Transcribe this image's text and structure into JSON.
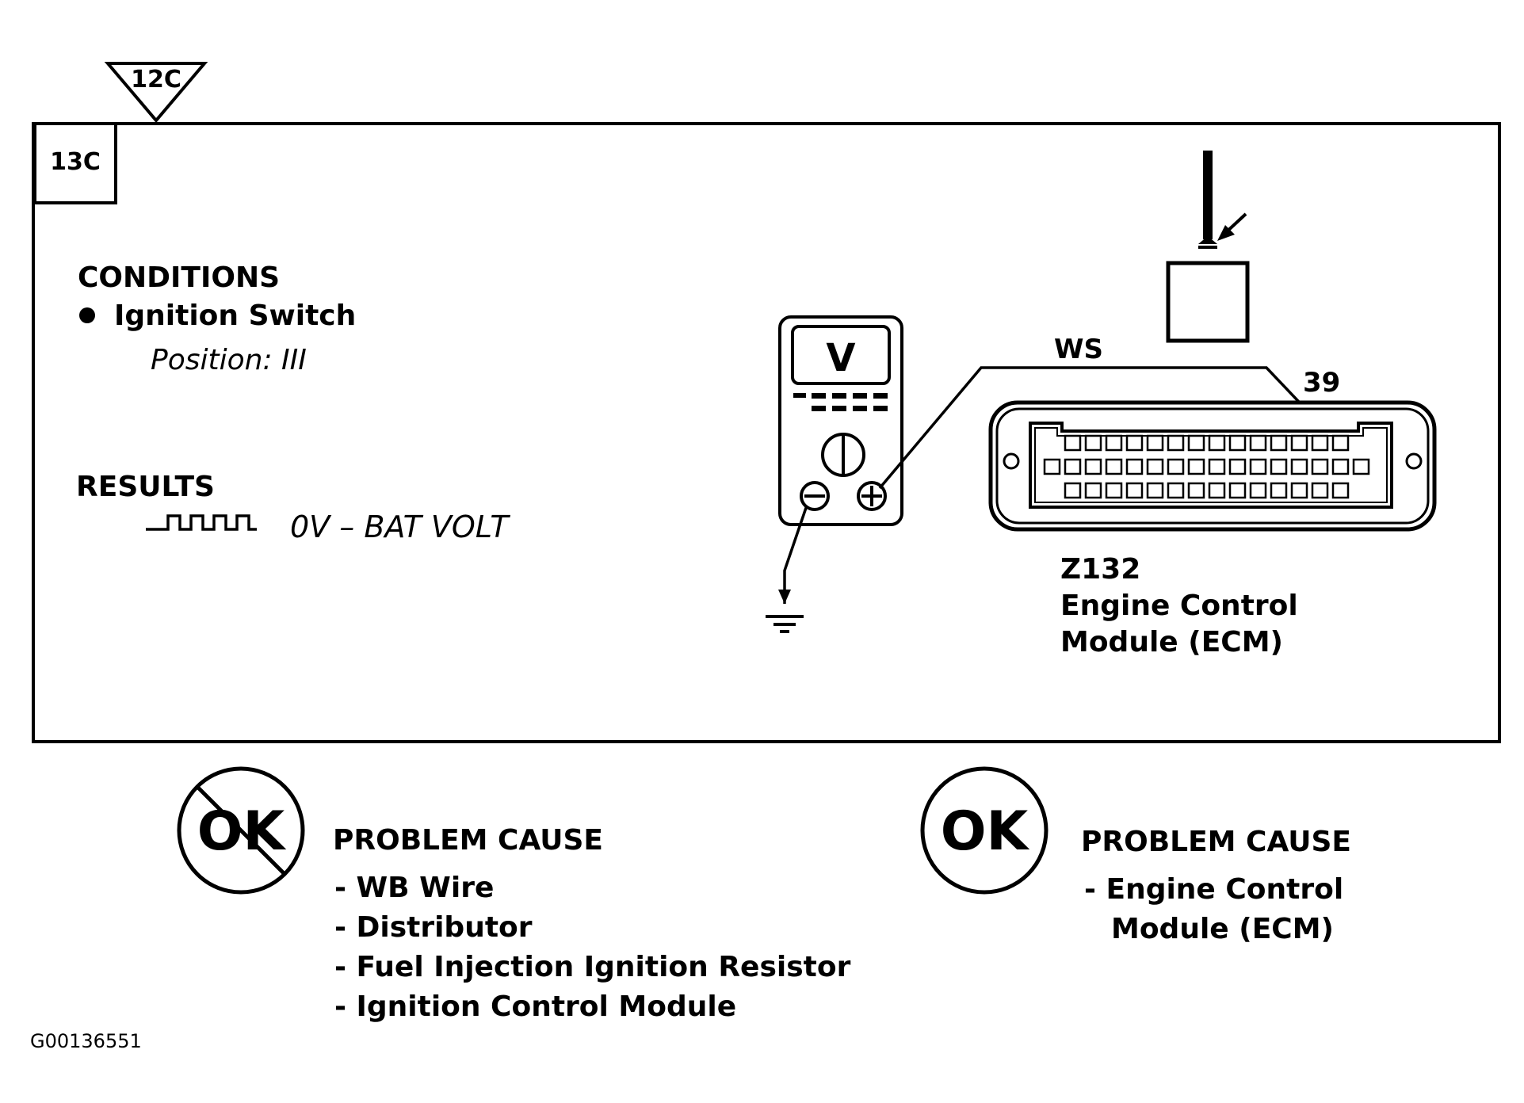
{
  "from_step": "12C",
  "step": "13C",
  "conditions": {
    "heading": "CONDITIONS",
    "item": "Ignition Switch",
    "detail": "Position: III"
  },
  "results": {
    "heading": "RESULTS",
    "value": "0V – BAT VOLT"
  },
  "meter": {
    "label": "V"
  },
  "wire_label": "WS",
  "pin_label": "39",
  "component": {
    "code": "Z132",
    "name_line1": "Engine Control",
    "name_line2": "Module (ECM)"
  },
  "not_ok": {
    "badge": "OK",
    "heading": "PROBLEM CAUSE",
    "causes": [
      "- WB Wire",
      "- Distributor",
      "- Fuel Injection Ignition Resistor",
      "- Ignition Control Module"
    ]
  },
  "ok": {
    "badge": "OK",
    "heading": "PROBLEM CAUSE",
    "cause_line1": "- Engine Control",
    "cause_line2": "Module (ECM)"
  },
  "figure_id": "G00136551"
}
